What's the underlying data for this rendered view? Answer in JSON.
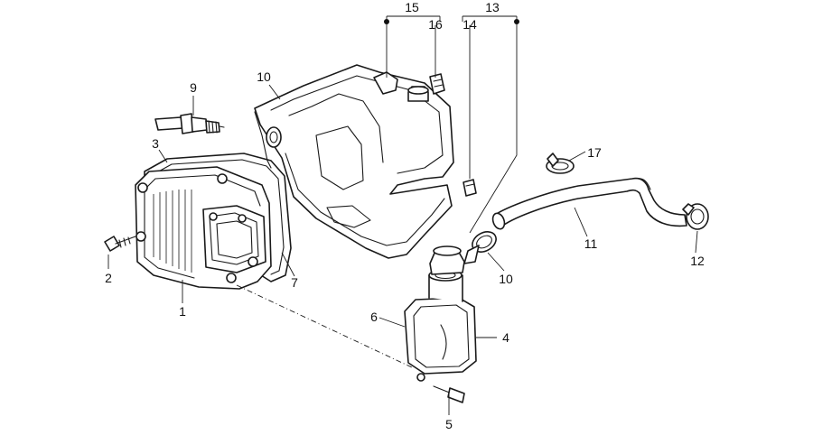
{
  "diagram": {
    "callouts": {
      "c1": "1",
      "c2": "2",
      "c3": "3",
      "c4": "4",
      "c5": "5",
      "c6": "6",
      "c7": "7",
      "c9": "9",
      "c10a": "10",
      "c10b": "10",
      "c11": "11",
      "c12": "12",
      "c13": "13",
      "c14": "14",
      "c15": "15",
      "c16": "16",
      "c17": "17"
    }
  },
  "colors": {
    "line": "#1a1a1a",
    "background": "#ffffff"
  }
}
